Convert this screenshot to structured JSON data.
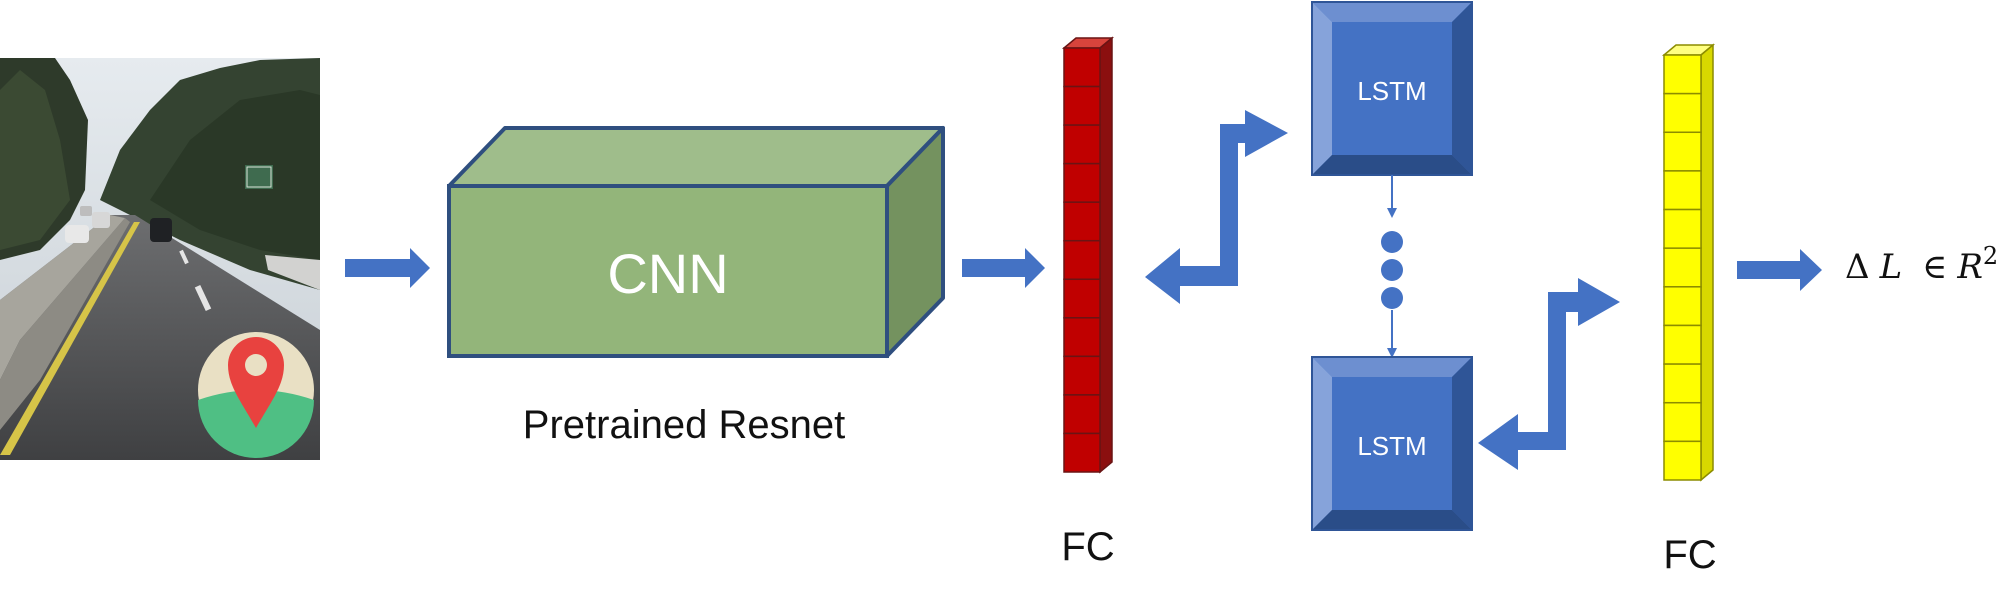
{
  "diagram": {
    "input": {
      "image": "road-driving-camera-frame",
      "overlay_icon": "map-pin-icon"
    },
    "cnn": {
      "label": "CNN",
      "caption": "Pretrained Resnet",
      "color": "#93b57a"
    },
    "fc1": {
      "label": "FC",
      "color": "#c00000",
      "cells": 11
    },
    "lstm_top": {
      "label": "LSTM",
      "color": "#4472c4"
    },
    "lstm_bottom": {
      "label": "LSTM",
      "color": "#4472c4"
    },
    "ellipsis_dots": 3,
    "fc2": {
      "label": "FC",
      "color": "#ffff00",
      "cells": 11
    },
    "output": {
      "delta": "Δ",
      "var": "L",
      "in": "∈",
      "set": "R",
      "exp": "2"
    },
    "arrow_color": "#4472c4"
  }
}
